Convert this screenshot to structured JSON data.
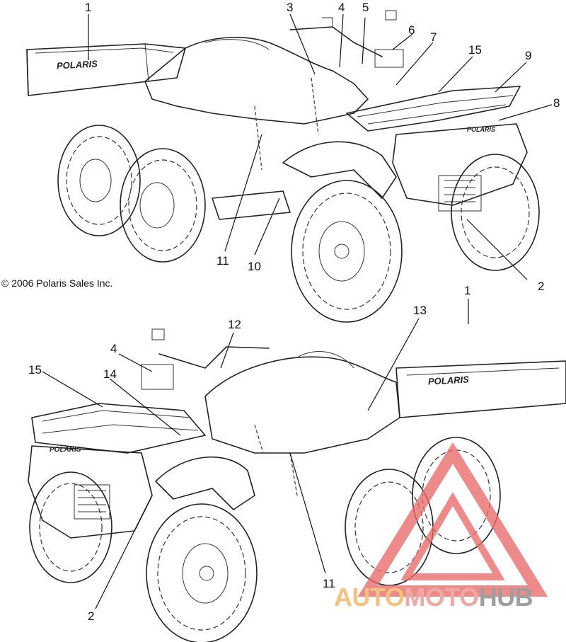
{
  "copyright": "© 2006 Polaris Sales Inc.",
  "decal_text": "POLARIS",
  "callouts_top": [
    "1",
    "3",
    "4",
    "5",
    "6",
    "7",
    "15",
    "9",
    "8",
    "11",
    "10",
    "2"
  ],
  "callouts_bottom": [
    "1",
    "13",
    "12",
    "4",
    "15",
    "14",
    "11",
    "2"
  ],
  "watermark": {
    "part1": "AUTO",
    "part2": "MOTO",
    "part3": "HUB",
    "colors": {
      "auto": "#f3c27e",
      "moto": "#f2a7a7",
      "hub": "#9e9e9e",
      "triangle": "#e96a6a"
    }
  }
}
